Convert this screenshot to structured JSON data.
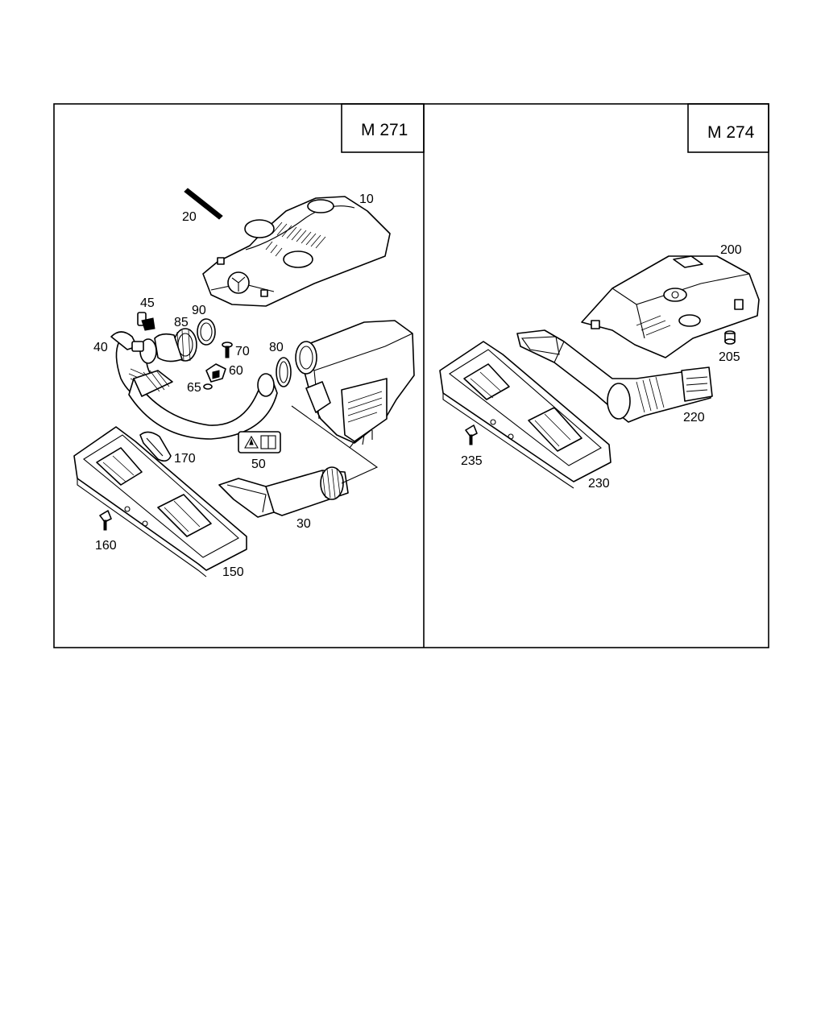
{
  "panels": [
    {
      "id": "left",
      "title": "M 271",
      "labels": [
        "10",
        "20",
        "45",
        "90",
        "85",
        "40",
        "70",
        "60",
        "65",
        "80",
        "170",
        "50",
        "30",
        "160",
        "150"
      ]
    },
    {
      "id": "right",
      "title": "M 274",
      "labels": [
        "200",
        "205",
        "220",
        "235",
        "230"
      ]
    }
  ],
  "colors": {
    "line": "#000000",
    "background": "#ffffff"
  }
}
